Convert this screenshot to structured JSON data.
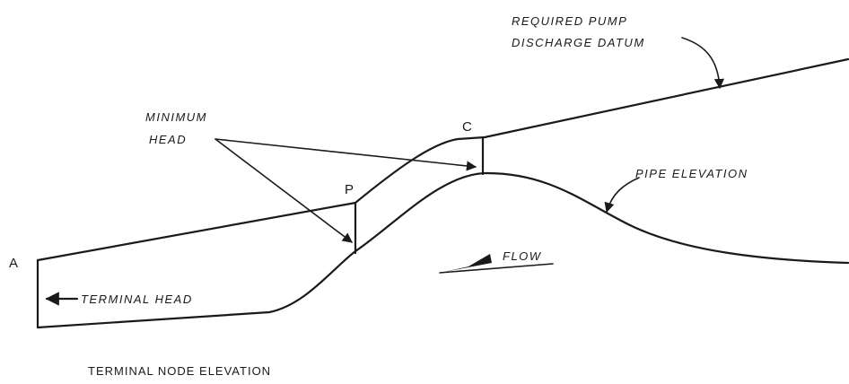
{
  "labels": {
    "required_pump_line1": "REQUIRED PUMP",
    "required_pump_line2": "DISCHARGE DATUM",
    "minimum_head_line1": "MINIMUM",
    "minimum_head_line2": "HEAD",
    "point_c": "C",
    "point_p": "P",
    "point_a": "A",
    "pipe_elevation": "PIPE ELEVATION",
    "flow": "FLOW",
    "terminal_head": "TERMINAL HEAD",
    "terminal_node_elevation": "TERMINAL NODE ELEVATION"
  }
}
